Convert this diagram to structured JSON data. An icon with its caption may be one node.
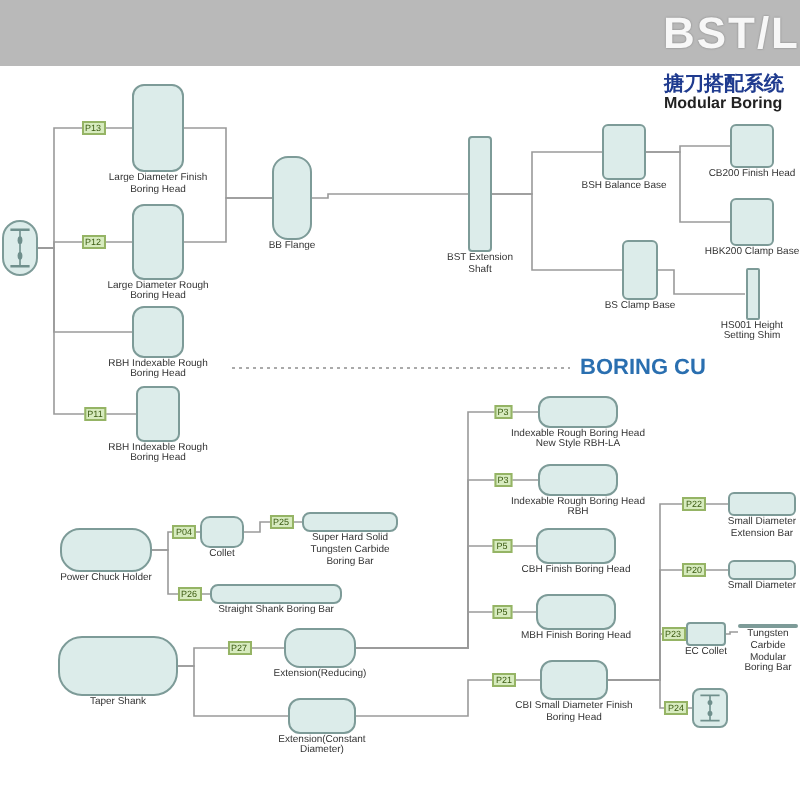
{
  "diagram": {
    "title": "搪刀搭配系统",
    "nodes": [
      {
        "text": [
          "Large Diameter Finish Boring Head"
        ]
      },
      {
        "text": [
          "Large Diameter Rough Boring Head"
        ]
      },
      {
        "text": [
          "RBH Indexable Rough Boring Head"
        ]
      },
      {
        "text": [
          "RBH Indexable Rough Boring Head"
        ]
      },
      {
        "text": [
          "BB Flange"
        ]
      },
      {
        "text": [
          "BST Extension Shaft"
        ]
      },
      {
        "text": [
          "BSH Balance Base"
        ]
      },
      {
        "text": [
          "CB200 Finish Head"
        ]
      },
      {
        "text": [
          "HBK200 Clamp Base"
        ]
      },
      {
        "text": [
          "BS Clamp Base"
        ]
      },
      {
        "text": [
          "HS001 Height Setting Shim"
        ]
      },
      {
        "text": [],
        "shape": "picture"
      },
      {
        "text": [
          "Power Chuck Holder"
        ]
      },
      {
        "text": [
          "Collet"
        ]
      },
      {
        "text": [
          "Super Hard Solid Tungsten Carbide Boring Bar"
        ]
      },
      {
        "text": [
          "Straight Shank Boring Bar"
        ]
      },
      {
        "text": [
          "Taper Shank"
        ]
      },
      {
        "text": [
          "Extension(Reducing)"
        ]
      },
      {
        "text": [
          "Extension(Constant Diameter)"
        ]
      },
      {
        "text": [
          "Indexable Rough Boring Head New Style RBH-LA"
        ]
      },
      {
        "text": [
          "Indexable Rough Boring Head RBH"
        ]
      },
      {
        "text": [
          "CBH Finish Boring Head"
        ]
      },
      {
        "text": [
          "MBH Finish Boring Head"
        ]
      },
      {
        "text": [
          "CBI Small Diameter Finish Boring Head"
        ]
      },
      {
        "text": [
          "Small Diameter Extension Bar"
        ]
      },
      {
        "text": [
          "Small Diameter"
        ]
      },
      {
        "text": [
          "EC Collet"
        ]
      },
      {
        "text": [
          "Tungsten Carbide Modular Boring Bar"
        ]
      },
      {
        "text": [],
        "shape": "picture"
      }
    ],
    "edges": [
      {
        "from": 11,
        "to": 0,
        "arrow": "none",
        "label": "P13"
      },
      {
        "from": 11,
        "to": 1,
        "arrow": "none",
        "label": "P12"
      },
      {
        "from": 11,
        "to": 2,
        "arrow": "none"
      },
      {
        "from": 11,
        "to": 3,
        "arrow": "none",
        "label": "P11"
      },
      {
        "from": 0,
        "to": 4,
        "arrow": "none"
      },
      {
        "from": 1,
        "to": 4,
        "arrow": "none"
      },
      {
        "from": 4,
        "to": 5,
        "arrow": "none"
      },
      {
        "from": 5,
        "to": 6,
        "arrow": "none"
      },
      {
        "from": 5,
        "to": 9,
        "arrow": "none"
      },
      {
        "from": 6,
        "to": 7,
        "arrow": "none"
      },
      {
        "from": 6,
        "to": 8,
        "arrow": "none"
      },
      {
        "from": 9,
        "to": 10,
        "arrow": "none"
      },
      {
        "from": 12,
        "to": 13,
        "arrow": "none",
        "label": "P04"
      },
      {
        "from": 13,
        "to": 14,
        "arrow": "none",
        "label": "P25"
      },
      {
        "from": 12,
        "to": 15,
        "arrow": "none",
        "label": "P26"
      },
      {
        "from": 16,
        "to": 17,
        "arrow": "none",
        "label": "P27"
      },
      {
        "from": 16,
        "to": 18,
        "arrow": "none"
      },
      {
        "from": 17,
        "to": 19,
        "arrow": "none",
        "label": "P3"
      },
      {
        "from": 17,
        "to": 20,
        "arrow": "none",
        "label": "P3"
      },
      {
        "from": 17,
        "to": 21,
        "arrow": "none",
        "label": "P5"
      },
      {
        "from": 17,
        "to": 22,
        "arrow": "none",
        "label": "P5"
      },
      {
        "from": 18,
        "to": 23,
        "arrow": "none",
        "label": "P21"
      },
      {
        "from": 23,
        "to": 24,
        "arrow": "none",
        "label": "P22"
      },
      {
        "from": 23,
        "to": 25,
        "arrow": "none",
        "label": "P20"
      },
      {
        "from": 23,
        "to": 26,
        "arrow": "none",
        "label": "P23"
      },
      {
        "from": 23,
        "to": 28,
        "arrow": "none",
        "label": "P24"
      },
      {
        "from": 26,
        "to": 27,
        "arrow": "none"
      }
    ],
    "labels": [
      "BST/L",
      "Modular Boring",
      "BORING CU"
    ]
  }
}
